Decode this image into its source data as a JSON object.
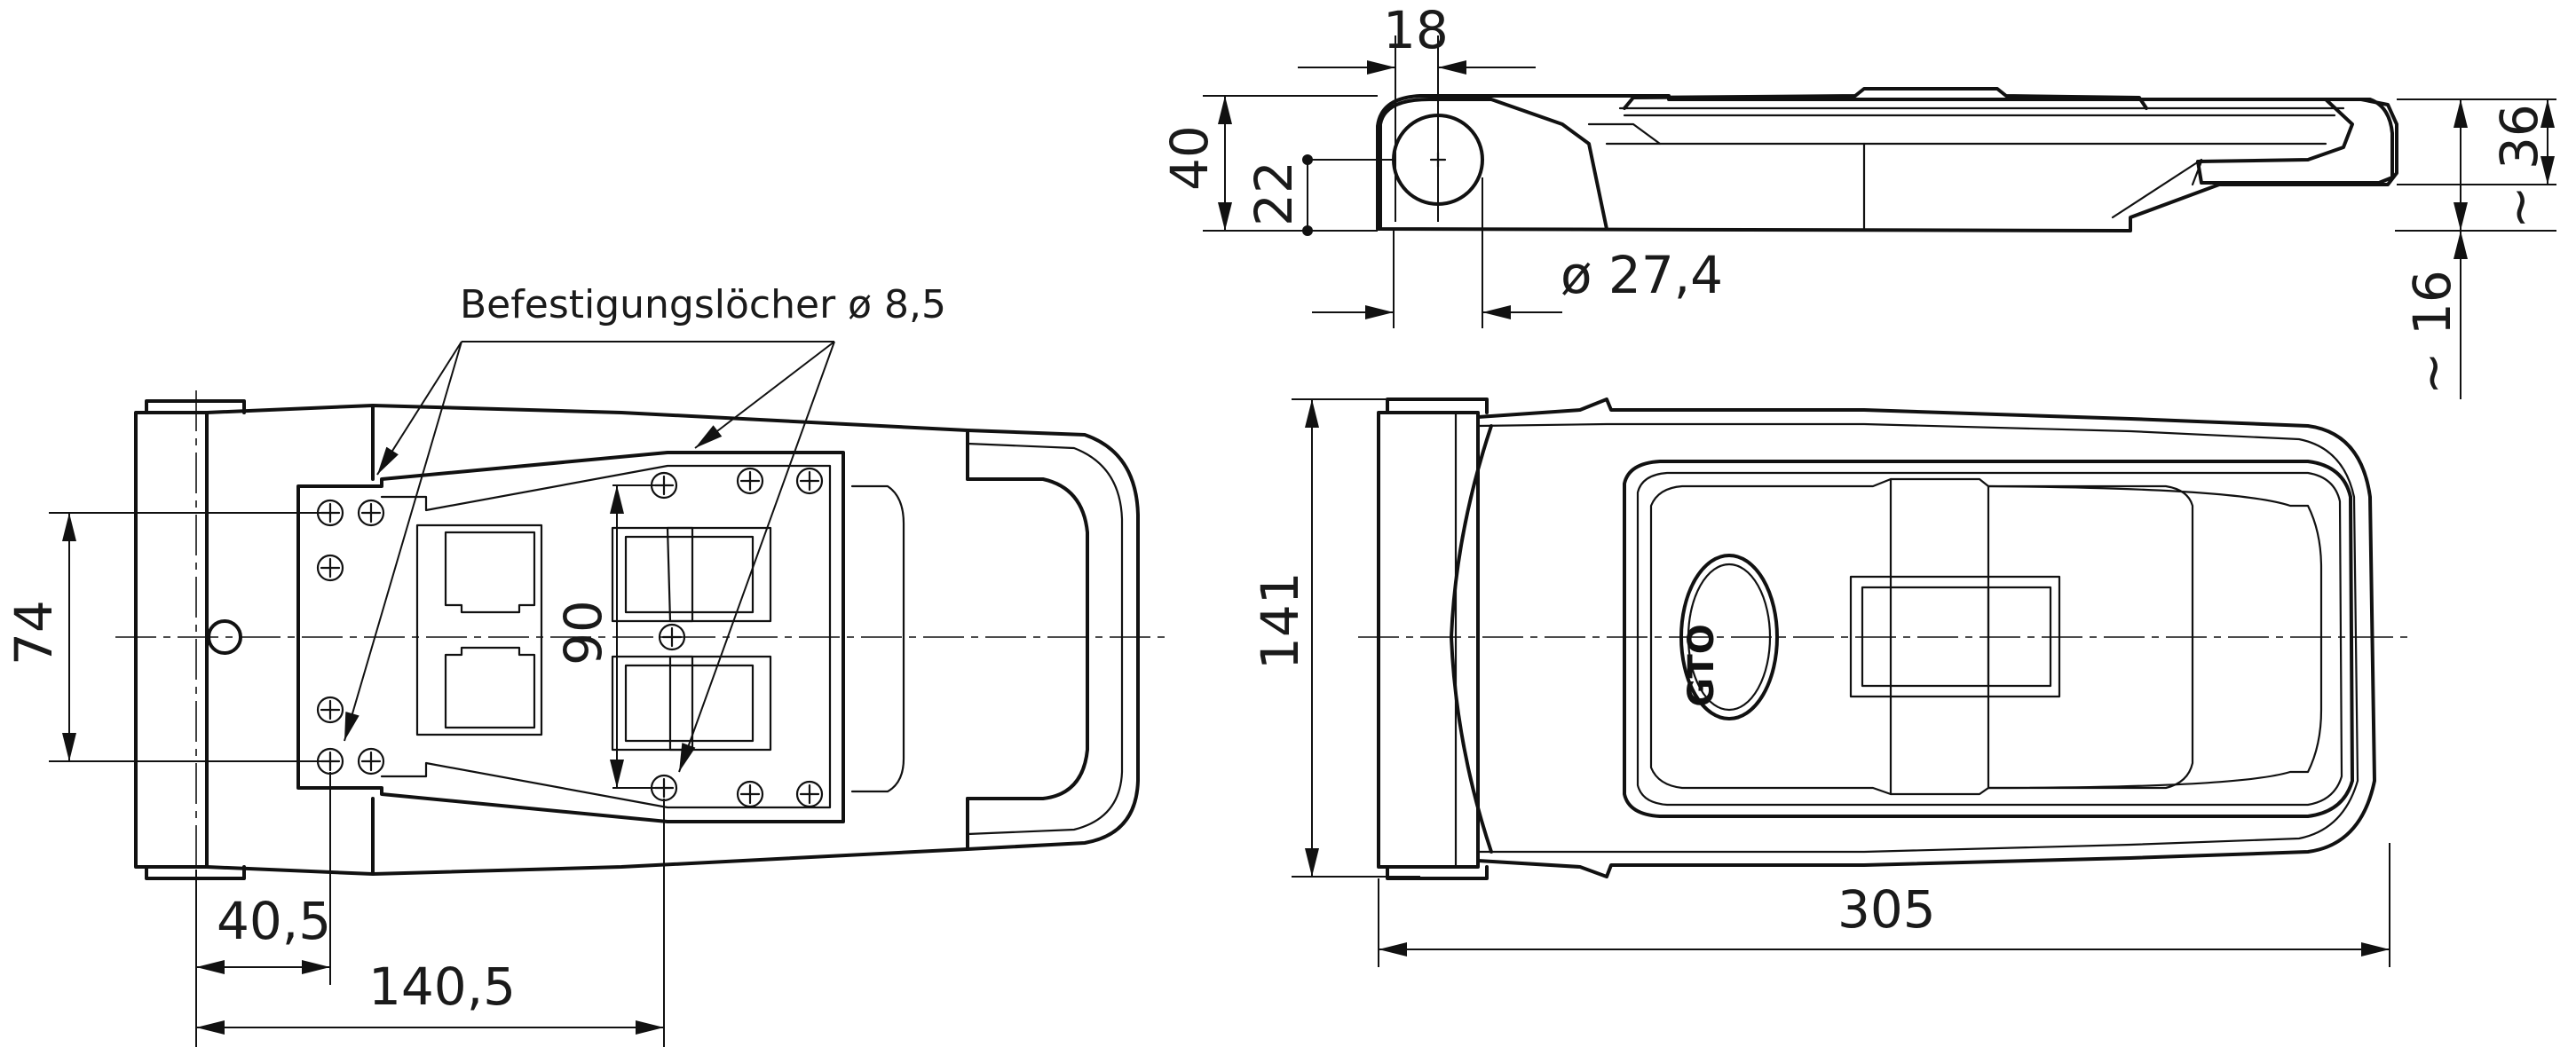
{
  "dimensions": {
    "side_width": "18",
    "side_height": "40",
    "pivot_height": "22",
    "pivot_diameter": "ø 27,4",
    "total_height": "~ 36",
    "lower_clearance": "~ 16",
    "hole_spacing_outer": "74",
    "hole_spacing_inner": "90",
    "hole_offset_1": "40,5",
    "hole_offset_2": "140,5",
    "overall_width": "141",
    "overall_length": "305"
  },
  "annotation": {
    "mounting_holes": "Befestigungslöcher ø 8,5"
  },
  "brand_logo_text": "GTO"
}
